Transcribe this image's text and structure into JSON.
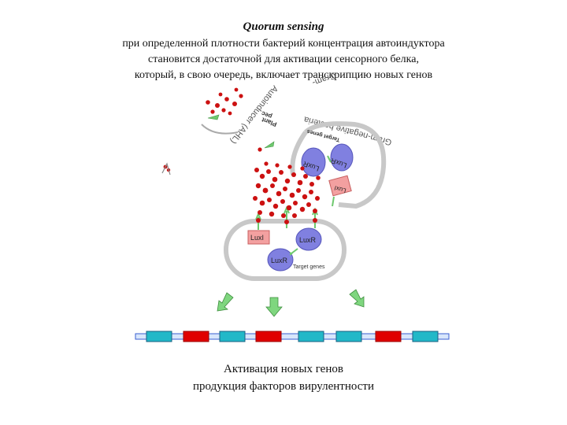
{
  "header": {
    "title": "Quorum sensing",
    "lines": [
      "при определенной плотности бактерий концентрация автоиндуктора",
      "становится достаточной для активации сенсорного белка,",
      "который, в свою очередь, включает транскрипцию новых генов"
    ]
  },
  "diagram": {
    "autoinducer_label": "Autoinducer (AHL)",
    "gram_label": "Gram-",
    "gram_negative_label": "Gram-negative bacteria",
    "free_label_1": "Plant",
    "free_label_2": "pec",
    "top_cell": {
      "luxR_1": "LuxR",
      "luxR_2": "LuxR",
      "luxI": "LuxI",
      "target": "Target genes"
    },
    "bottom_cell": {
      "luxI": "LuxI",
      "luxR_1": "LuxR",
      "luxR_2": "LuxR",
      "target": "Target genes"
    },
    "colors": {
      "protein": "#8080e0",
      "luxI": "#f3a0a0",
      "cell": "#c8c8c8",
      "ahl": "#cc1111",
      "arrow": "#6ec86e",
      "gene_cyan": "#22b8c8",
      "gene_red": "#e00000",
      "dna": "#3a5fd0"
    }
  },
  "footer": {
    "lines": [
      "Активация новых генов",
      "продукция факторов вирулентности"
    ]
  }
}
